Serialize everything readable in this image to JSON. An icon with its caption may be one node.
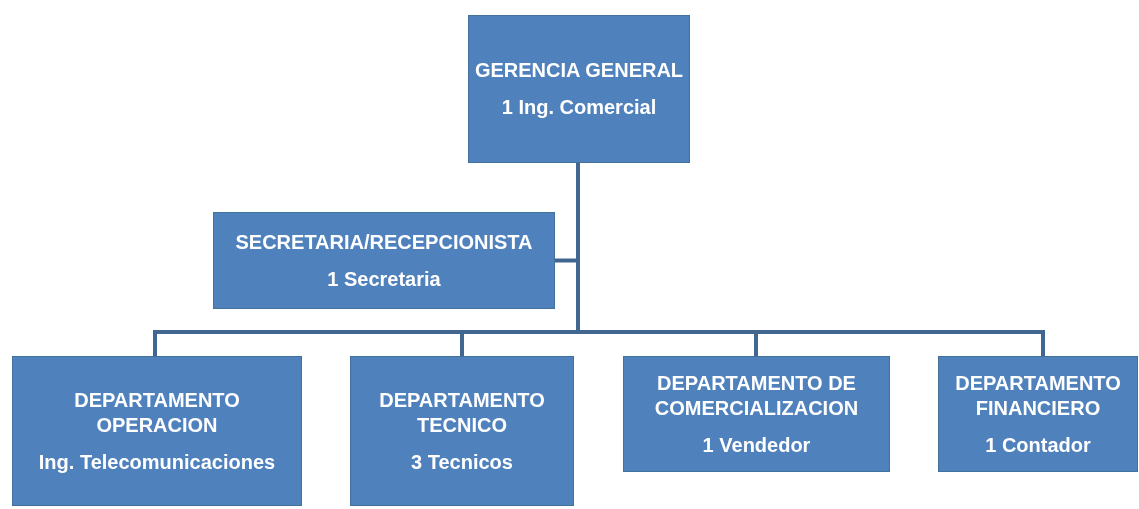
{
  "diagram": {
    "nodes": [
      {
        "text": [
          "GERENCIA GENERAL",
          "1 Ing. Comercial"
        ]
      },
      {
        "text": [
          "SECRETARIA/RECEPCIONISTA",
          "1 Secretaria"
        ]
      },
      {
        "text": [
          "DEPARTAMENTO OPERACION",
          "Ing. Telecomunicaciones"
        ]
      },
      {
        "text": [
          "DEPARTAMENTO TECNICO",
          "3 Tecnicos"
        ]
      },
      {
        "text": [
          "DEPARTAMENTO DE COMERCIALIZACION",
          "1 Vendedor"
        ]
      },
      {
        "text": [
          "DEPARTAMENTO FINANCIERO",
          "1 Contador"
        ]
      }
    ],
    "edges": [
      {
        "from": 0,
        "to": 1,
        "arrow": "none"
      },
      {
        "from": 0,
        "to": 2,
        "arrow": "none"
      },
      {
        "from": 0,
        "to": 3,
        "arrow": "none"
      },
      {
        "from": 0,
        "to": 4,
        "arrow": "none"
      },
      {
        "from": 0,
        "to": 5,
        "arrow": "none"
      }
    ]
  }
}
